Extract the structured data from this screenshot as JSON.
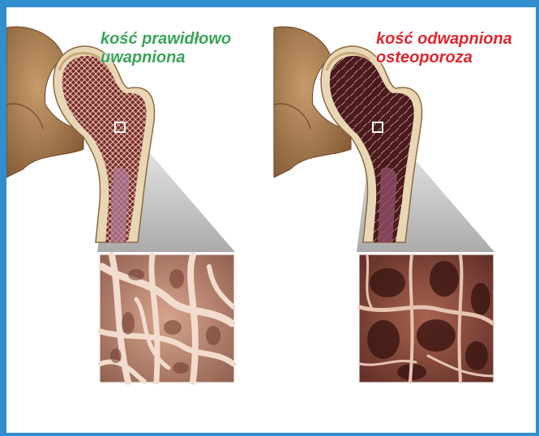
{
  "labels": {
    "normal": {
      "line1": "kość prawidłowo",
      "line2": "uwapniona",
      "color": "#3aa35a"
    },
    "osteo": {
      "line1": "kość odwapniona",
      "line2": "osteoporoza",
      "color": "#e0252b"
    }
  },
  "colors": {
    "frame": "#2f8fcf",
    "background": "#ffffff",
    "pelvis": "#a97b4f",
    "bone_shell": "#e9d6b4",
    "marrow": "#7a2c2a",
    "trabecula": "#e8cfc0"
  },
  "icons": [
    "femur-cross-section",
    "zoom-square",
    "trabecular-bone-closeup"
  ]
}
